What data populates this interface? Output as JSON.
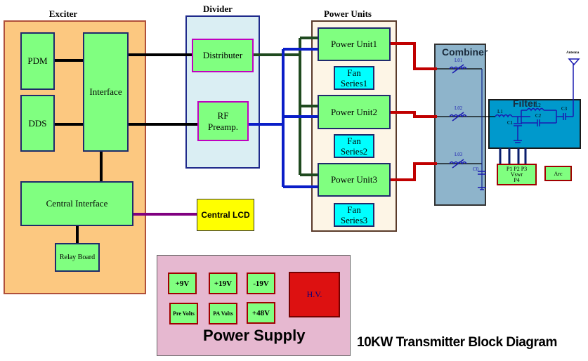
{
  "exciter": {
    "title": "Exciter",
    "pdm": "PDM",
    "dds": "DDS",
    "interface": "Interface",
    "central_interface": "Central Interface",
    "relay_board": "Relay Board"
  },
  "divider": {
    "title": "Divider",
    "distributer": "Distributer",
    "rf_preamp_1": "RF",
    "rf_preamp_2": "Preamp."
  },
  "power_units": {
    "title": "Power Units",
    "units": [
      "Power Unit1",
      "Power Unit2",
      "Power Unit3"
    ],
    "fans": [
      [
        "Fan",
        "Series1"
      ],
      [
        "Fan",
        "Series2"
      ],
      [
        "Fan",
        "Series3"
      ]
    ]
  },
  "central_lcd": "Central LCD",
  "combiner": {
    "title": "Combiner",
    "l01": "L01",
    "l02": "L02",
    "l03": "L03",
    "c0": "C0"
  },
  "filter": {
    "title": "Filter",
    "l1": "L1",
    "l2": "L2",
    "c1": "C1",
    "c2": "C2",
    "c3": "C3",
    "antenna": "Antenna"
  },
  "vswr": {
    "ports": "P1 P2 P3",
    "label": "Vswr",
    "p4": "P4",
    "arc": "Arc"
  },
  "power_supply": {
    "title": "Power Supply",
    "p9": "+9V",
    "p19": "+19V",
    "m19": "-19V",
    "pre": "Pre Volts",
    "pa": "PA Volts",
    "p48": "+48V",
    "hv": "H.V."
  },
  "diagram_title": "10KW Transmitter Block Diagram",
  "colors": {
    "block_green": "#80ff80",
    "exciter_bg": "#fcc880",
    "divider_bg": "#daeef3",
    "fan": "#00ffff",
    "lcd": "#ffff00",
    "combiner": "#8eb4cb",
    "filter": "#0099cc",
    "power_supply_bg": "#e6b8d0",
    "hv": "#dd1111",
    "rf_out": "#c00000"
  }
}
